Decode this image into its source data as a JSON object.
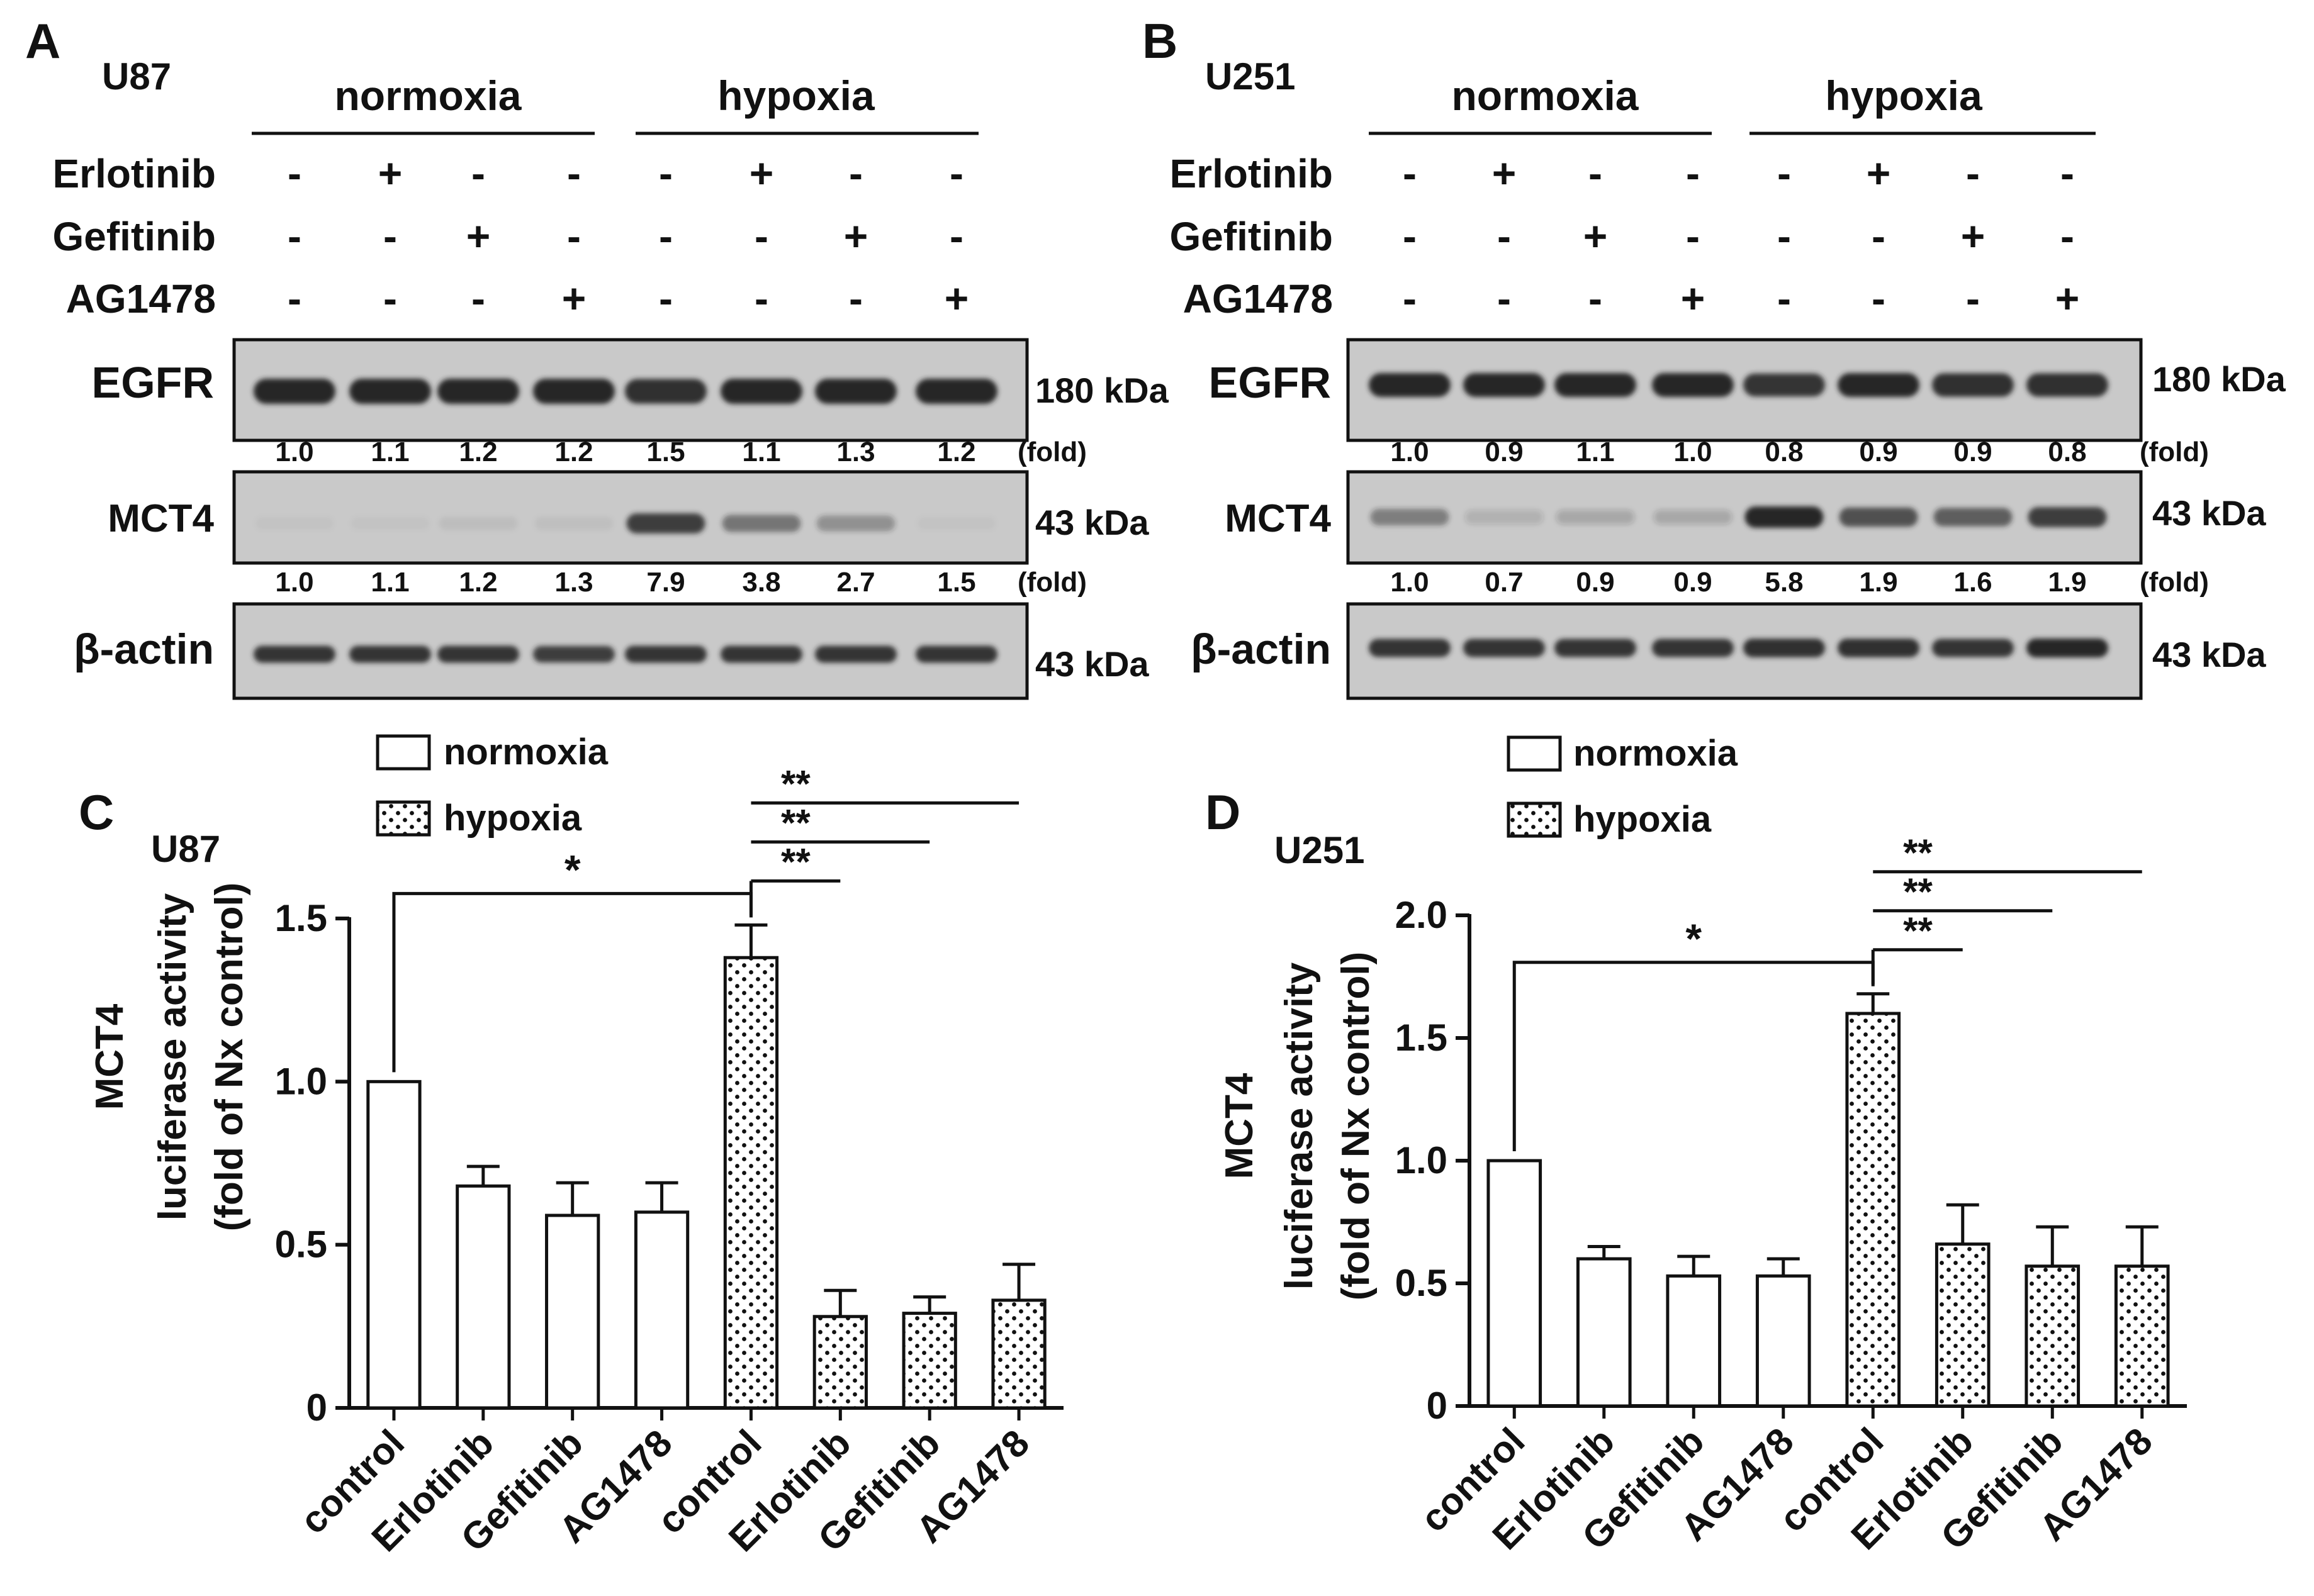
{
  "colors": {
    "ink": "#111111",
    "band": "#262626",
    "blot_bg": "#c9c9c9",
    "bar_fill": "#ffffff",
    "dot": "#111111"
  },
  "blots": [
    {
      "panel": "A",
      "cell": "U87",
      "groups": [
        "normoxia",
        "hypoxia"
      ],
      "treatments": [
        {
          "name": "Erlotinib",
          "signs": [
            "-",
            "+",
            "-",
            "-",
            "-",
            "+",
            "-",
            "-"
          ]
        },
        {
          "name": "Gefitinib",
          "signs": [
            "-",
            "-",
            "+",
            "-",
            "-",
            "-",
            "+",
            "-"
          ]
        },
        {
          "name": "AG1478",
          "signs": [
            "-",
            "-",
            "-",
            "+",
            "-",
            "-",
            "-",
            "+"
          ]
        }
      ],
      "rows": [
        {
          "protein": "EGFR",
          "size": "180 kDa",
          "intensity": [
            1.0,
            1.0,
            1.0,
            1.0,
            0.95,
            1.0,
            1.15,
            1.0
          ],
          "fold": [
            "1.0",
            "1.1",
            "1.2",
            "1.2",
            "1.5",
            "1.1",
            "1.3",
            "1.2"
          ],
          "fold_unit": "(fold)"
        },
        {
          "protein": "MCT4",
          "size": "43 kDa",
          "intensity": [
            0.03,
            0.03,
            0.06,
            0.05,
            0.85,
            0.5,
            0.35,
            0.03
          ],
          "fold": [
            "1.0",
            "1.1",
            "1.2",
            "1.3",
            "7.9",
            "3.8",
            "2.7",
            "1.5"
          ],
          "fold_unit": "(fold)"
        },
        {
          "protein": "β-actin",
          "size": "43 kDa",
          "intensity": [
            0.9,
            0.9,
            0.9,
            0.85,
            0.9,
            0.9,
            0.9,
            0.9
          ],
          "fold": [],
          "fold_unit": ""
        }
      ]
    },
    {
      "panel": "B",
      "cell": "U251",
      "groups": [
        "normoxia",
        "hypoxia"
      ],
      "treatments": [
        {
          "name": "Erlotinib",
          "signs": [
            "-",
            "+",
            "-",
            "-",
            "-",
            "+",
            "-",
            "-"
          ]
        },
        {
          "name": "Gefitinib",
          "signs": [
            "-",
            "-",
            "+",
            "-",
            "-",
            "-",
            "+",
            "-"
          ]
        },
        {
          "name": "AG1478",
          "signs": [
            "-",
            "-",
            "-",
            "+",
            "-",
            "-",
            "-",
            "+"
          ]
        }
      ],
      "rows": [
        {
          "protein": "EGFR",
          "size": "180 kDa",
          "intensity": [
            1.0,
            1.0,
            1.0,
            1.0,
            0.9,
            1.0,
            0.95,
            0.95
          ],
          "fold": [
            "1.0",
            "0.9",
            "1.1",
            "1.0",
            "0.8",
            "0.9",
            "0.9",
            "0.8"
          ],
          "fold_unit": "(fold)"
        },
        {
          "protein": "MCT4",
          "size": "43 kDa",
          "intensity": [
            0.45,
            0.15,
            0.2,
            0.2,
            1.0,
            0.75,
            0.65,
            0.85
          ],
          "fold": [
            "1.0",
            "0.7",
            "0.9",
            "0.9",
            "5.8",
            "1.9",
            "1.6",
            "1.9"
          ],
          "fold_unit": "(fold)"
        },
        {
          "protein": "β-actin",
          "size": "43 kDa",
          "intensity": [
            0.9,
            0.9,
            0.9,
            0.9,
            0.95,
            0.95,
            0.9,
            1.0
          ],
          "fold": [],
          "fold_unit": ""
        }
      ]
    }
  ],
  "chart_data": [
    {
      "panel": "C",
      "cell": "U87",
      "type": "bar",
      "ylabel": [
        "MCT4",
        "luciferase activity",
        "(fold of Nx control)"
      ],
      "categories": [
        "control",
        "Erlotinib",
        "Gefitinib",
        "AG1478",
        "control",
        "Erlotinib",
        "Gefitinib",
        "AG1478"
      ],
      "values": [
        1.0,
        0.68,
        0.59,
        0.6,
        1.38,
        0.28,
        0.29,
        0.33
      ],
      "errors": [
        0,
        0.06,
        0.1,
        0.09,
        0.1,
        0.08,
        0.05,
        0.11
      ],
      "patterns": [
        "normoxia",
        "normoxia",
        "normoxia",
        "normoxia",
        "hypoxia",
        "hypoxia",
        "hypoxia",
        "hypoxia"
      ],
      "legend": [
        {
          "name": "normoxia",
          "pattern": "normoxia"
        },
        {
          "name": "hypoxia",
          "pattern": "hypoxia"
        }
      ],
      "ylim": [
        0,
        1.5
      ],
      "yticks": [
        0,
        0.5,
        1.0,
        1.5
      ],
      "ytick_labels": [
        "0",
        "0.5",
        "1.0",
        "1.5"
      ],
      "significance": [
        {
          "from": 0,
          "to": 4,
          "label": "*"
        },
        {
          "from": 4,
          "to": 5,
          "label": "**"
        },
        {
          "from": 4,
          "to": 6,
          "label": "**"
        },
        {
          "from": 4,
          "to": 7,
          "label": "**"
        }
      ]
    },
    {
      "panel": "D",
      "cell": "U251",
      "type": "bar",
      "ylabel": [
        "MCT4",
        "luciferase activity",
        "(fold of Nx control)"
      ],
      "categories": [
        "control",
        "Erlotinib",
        "Gefitinib",
        "AG1478",
        "control",
        "Erlotinib",
        "Gefitinib",
        "AG1478"
      ],
      "values": [
        1.0,
        0.6,
        0.53,
        0.53,
        1.6,
        0.66,
        0.57,
        0.57
      ],
      "errors": [
        0,
        0.05,
        0.08,
        0.07,
        0.08,
        0.16,
        0.16,
        0.16
      ],
      "patterns": [
        "normoxia",
        "normoxia",
        "normoxia",
        "normoxia",
        "hypoxia",
        "hypoxia",
        "hypoxia",
        "hypoxia"
      ],
      "legend": [
        {
          "name": "normoxia",
          "pattern": "normoxia"
        },
        {
          "name": "hypoxia",
          "pattern": "hypoxia"
        }
      ],
      "ylim": [
        0,
        2.0
      ],
      "yticks": [
        0,
        0.5,
        1.0,
        1.5,
        2.0
      ],
      "ytick_labels": [
        "0",
        "0.5",
        "1.0",
        "1.5",
        "2.0"
      ],
      "significance": [
        {
          "from": 0,
          "to": 4,
          "label": "*"
        },
        {
          "from": 4,
          "to": 5,
          "label": "**"
        },
        {
          "from": 4,
          "to": 6,
          "label": "**"
        },
        {
          "from": 4,
          "to": 7,
          "label": "**"
        }
      ]
    }
  ]
}
